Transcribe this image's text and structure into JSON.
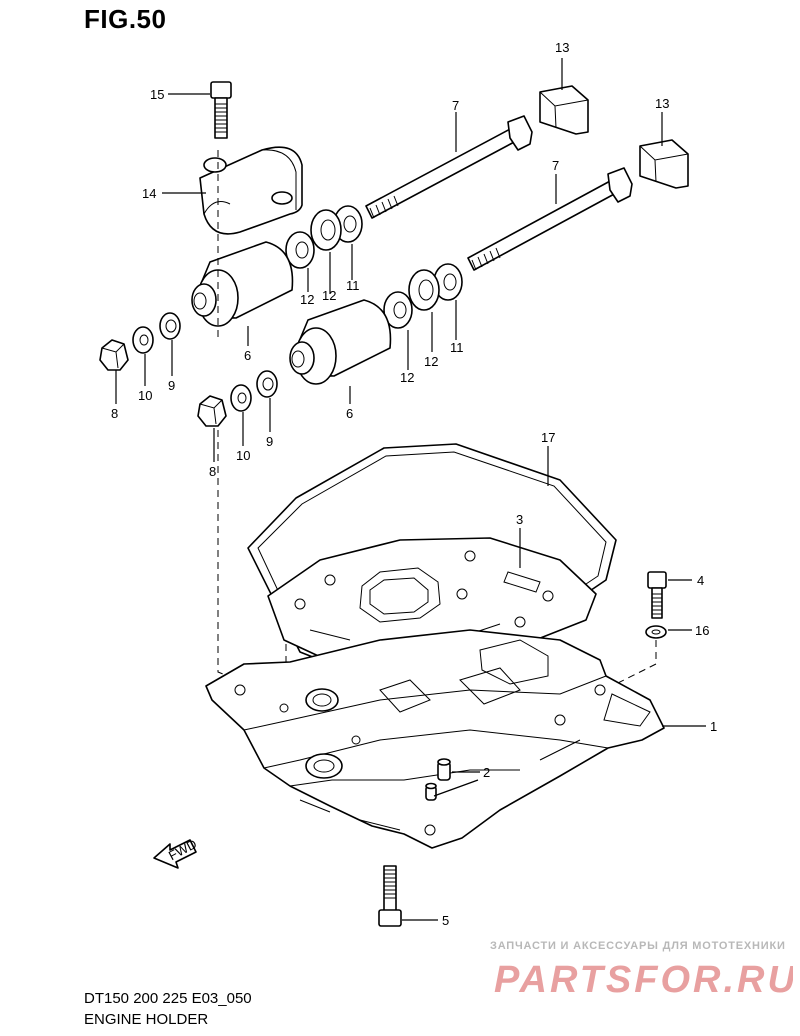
{
  "figure": {
    "title": "FIG.50",
    "model_code": "DT150 200 225 E03_050",
    "name": "ENGINE HOLDER"
  },
  "watermark": {
    "tagline": "ЗАПЧАСТИ И АКСЕССУАРЫ ДЛЯ МОТОТЕХНИКИ",
    "logo_text": "PARTSFOR.RU",
    "color": "#e8a0a0"
  },
  "fwd_label": "FWD",
  "callouts": [
    {
      "id": "c15",
      "label": "15"
    },
    {
      "id": "c14",
      "label": "14"
    },
    {
      "id": "c13a",
      "label": "13"
    },
    {
      "id": "c13b",
      "label": "13"
    },
    {
      "id": "c7a",
      "label": "7"
    },
    {
      "id": "c7b",
      "label": "7"
    },
    {
      "id": "c12a",
      "label": "12"
    },
    {
      "id": "c12b",
      "label": "12"
    },
    {
      "id": "c11a",
      "label": "11"
    },
    {
      "id": "c12c",
      "label": "12"
    },
    {
      "id": "c12d",
      "label": "12"
    },
    {
      "id": "c11b",
      "label": "11"
    },
    {
      "id": "c6a",
      "label": "6"
    },
    {
      "id": "c6b",
      "label": "6"
    },
    {
      "id": "c8a",
      "label": "8"
    },
    {
      "id": "c10a",
      "label": "10"
    },
    {
      "id": "c9a",
      "label": "9"
    },
    {
      "id": "c8b",
      "label": "8"
    },
    {
      "id": "c10b",
      "label": "10"
    },
    {
      "id": "c9b",
      "label": "9"
    },
    {
      "id": "c17",
      "label": "17"
    },
    {
      "id": "c3",
      "label": "3"
    },
    {
      "id": "c4",
      "label": "4"
    },
    {
      "id": "c16",
      "label": "16"
    },
    {
      "id": "c1",
      "label": "1"
    },
    {
      "id": "c2",
      "label": "2"
    },
    {
      "id": "c5",
      "label": "5"
    }
  ]
}
